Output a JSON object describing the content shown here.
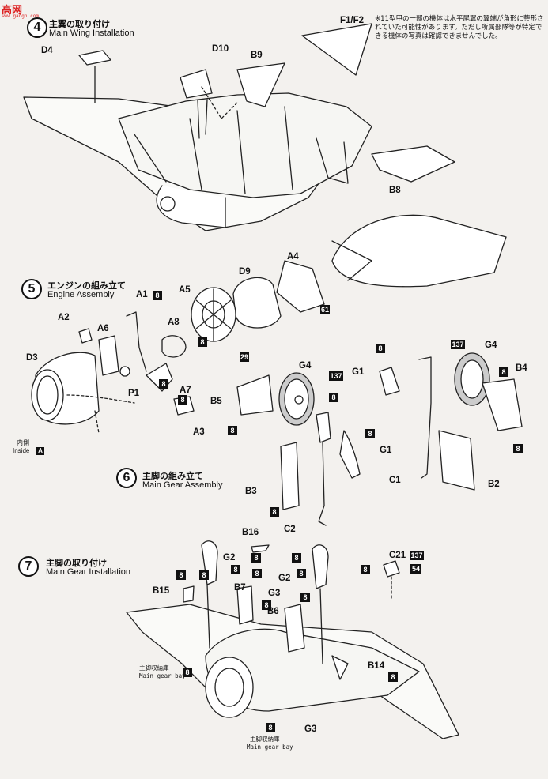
{
  "watermark": {
    "logo": "高网",
    "url": "www.gaogn.com"
  },
  "note": "※11型甲の一部の機体は水平尾翼の翼端が角形に整形されていた可能性があります。ただし所属部隊等が特定できる機体の写真は確認できませんでした。",
  "steps": {
    "step4": {
      "number": "4",
      "jp": "主翼の取り付け",
      "en": "Main Wing Installation"
    },
    "step5": {
      "number": "5",
      "jp": "エンジンの組み立て",
      "en": "Engine Assembly"
    },
    "step6": {
      "number": "6",
      "jp": "主脚の組み立て",
      "en": "Main Gear Assembly"
    },
    "step7": {
      "number": "7",
      "jp": "主脚の取り付け",
      "en": "Main Gear Installation"
    }
  },
  "inside": {
    "jp": "内側",
    "en": "Inside",
    "letter": "A"
  },
  "gear_bay": {
    "jp": "主脚収納庫",
    "en": "Main gear bay"
  },
  "parts": {
    "d4": "D4",
    "d10": "D10",
    "b9": "B9",
    "f1f2": "F1/F2",
    "b8": "B8",
    "a4": "A4",
    "d9": "D9",
    "a5": "A5",
    "a1": "A1",
    "a8": "A8",
    "a2": "A2",
    "a6": "A6",
    "d3": "D3",
    "p1": "P1",
    "a7": "A7",
    "a3": "A3",
    "g4a": "G4",
    "b5": "B5",
    "g1a": "G1",
    "b3": "B3",
    "c2": "C2",
    "g1b": "G1",
    "g4b": "G4",
    "b4": "B4",
    "c1": "C1",
    "b2": "B2",
    "b16": "B16",
    "g2a": "G2",
    "b7": "B7",
    "b15": "B15",
    "g3a": "G3",
    "b6": "B6",
    "g2b": "G2",
    "c21": "C21",
    "b14": "B14",
    "g3b": "G3"
  },
  "paint": {
    "p8": "8",
    "p61": "61",
    "p29": "29",
    "p137": "137",
    "p54": "54"
  }
}
